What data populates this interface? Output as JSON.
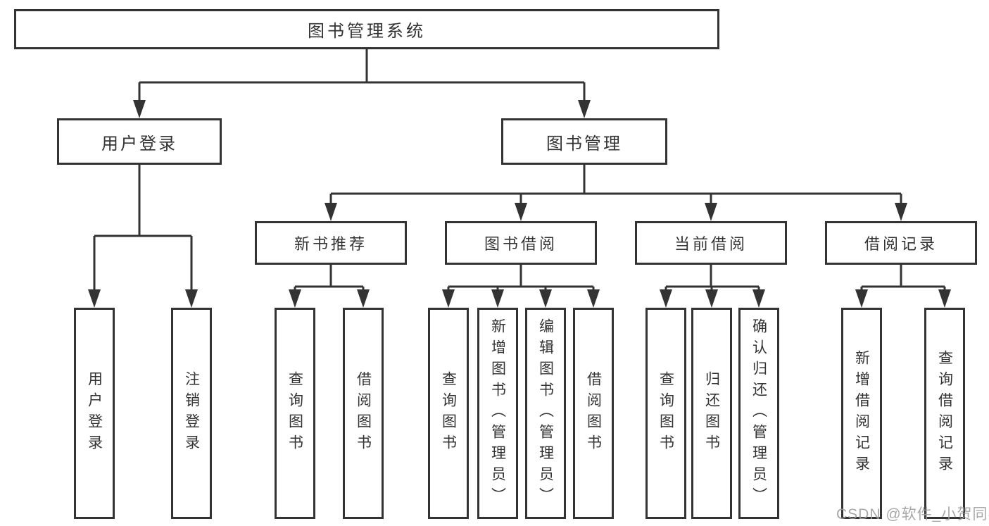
{
  "diagram": {
    "root": {
      "label": "图书管理系统"
    },
    "user_login": {
      "label": "用户登录",
      "children": [
        {
          "label": "用户登录"
        },
        {
          "label": "注销登录"
        }
      ]
    },
    "book_mgmt": {
      "label": "图书管理",
      "groups": [
        {
          "label": "新书推荐",
          "children": [
            {
              "label": "查询图书"
            },
            {
              "label": "借阅图书"
            }
          ]
        },
        {
          "label": "图书借阅",
          "children": [
            {
              "label": "查询图书"
            },
            {
              "label": "新增图书（管理员）"
            },
            {
              "label": "编辑图书（管理员）"
            },
            {
              "label": "借阅图书"
            }
          ]
        },
        {
          "label": "当前借阅",
          "children": [
            {
              "label": "查询图书"
            },
            {
              "label": "归还图书"
            },
            {
              "label": "确认归还（管理员）"
            }
          ]
        },
        {
          "label": "借阅记录",
          "children": [
            {
              "label": "新增借阅记录"
            },
            {
              "label": "查询借阅记录"
            }
          ]
        }
      ]
    }
  },
  "watermark": {
    "text": "CSDN @软件_小贺同学"
  },
  "colors": {
    "line": "#333333",
    "text": "#333333",
    "background": "#ffffff",
    "watermark": "#9e9e9e"
  }
}
